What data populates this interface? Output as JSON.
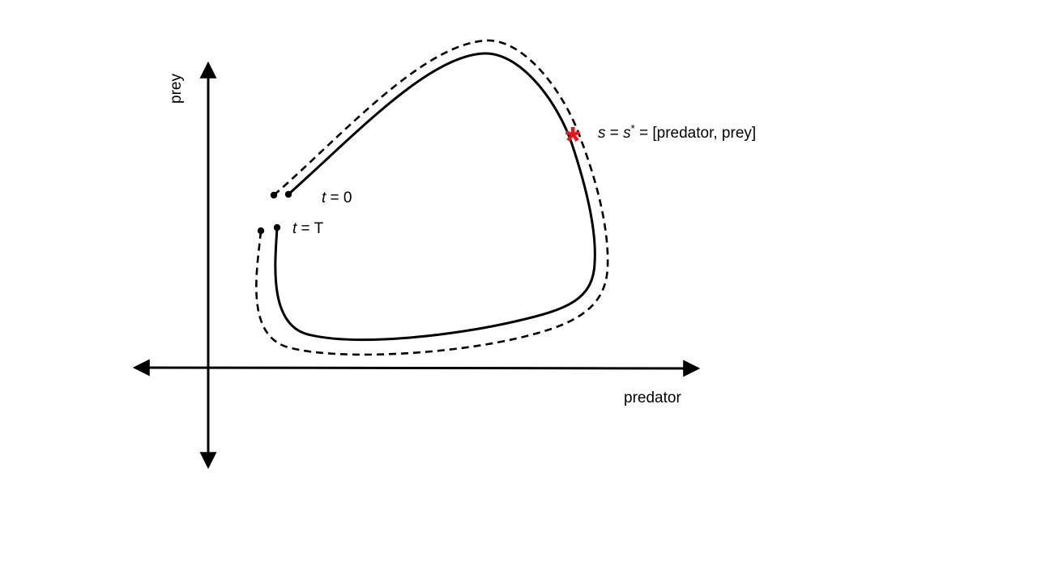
{
  "axes": {
    "x_label": "predator",
    "y_label": "prey"
  },
  "annotations": {
    "start": {
      "var": "t",
      "rest": " = 0"
    },
    "end": {
      "var": "t",
      "rest": " = T"
    },
    "state": {
      "s": "s",
      "eq1": " = ",
      "s2": "s",
      "star": "*",
      "eq2": " = [predator, prey]"
    }
  },
  "marker": {
    "symbol": "*",
    "color": "#e8141b"
  },
  "legend_styles": {
    "solid_trajectory": "solid",
    "dashed_trajectory": "dashed"
  }
}
